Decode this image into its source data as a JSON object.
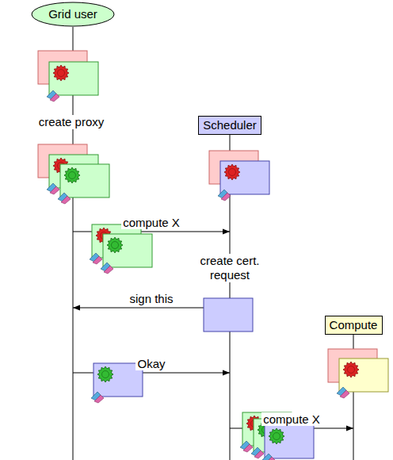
{
  "diagram": {
    "nodes": [
      {
        "text": [
          "Grid user"
        ]
      },
      {
        "text": [
          "Scheduler"
        ]
      },
      {
        "text": [
          "Compute"
        ]
      }
    ],
    "edges": [
      {
        "from": 0,
        "to": 1,
        "label": "compute X",
        "arrow": "to"
      },
      {
        "from": 1,
        "to": 0,
        "label": "sign this",
        "arrow": "to"
      },
      {
        "from": 0,
        "to": 1,
        "label": "Okay",
        "arrow": "to"
      },
      {
        "from": 1,
        "to": 2,
        "label": "compute X",
        "arrow": "to"
      }
    ],
    "labels": [
      "create proxy",
      "create cert. request"
    ]
  }
}
